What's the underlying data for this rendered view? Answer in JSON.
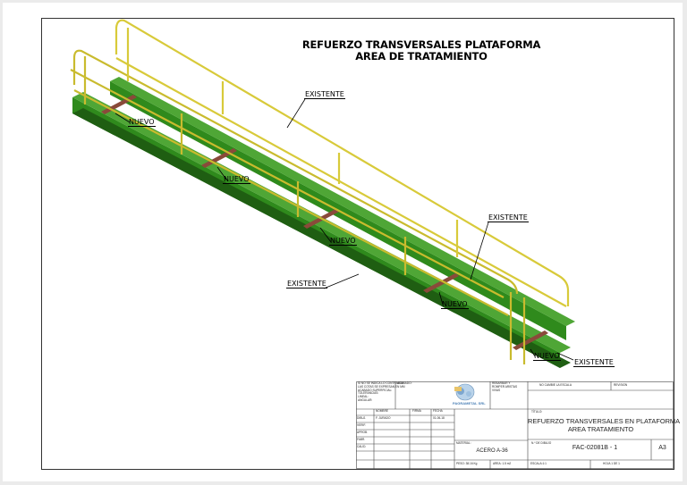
{
  "title": {
    "line1": "REFUERZO TRANSVERSALES PLATAFORMA",
    "line2": "AREA DE TRATAMIENTO"
  },
  "callouts": {
    "existente_top": "EXISTENTE",
    "existente_right": "EXISTENTE",
    "existente_left": "EXISTENTE",
    "existente_bottom": "EXISTENTE",
    "nuevo_1": "NUEVO",
    "nuevo_2": "NUEVO",
    "nuevo_3": "NUEVO",
    "nuevo_4": "NUEVO",
    "nuevo_5": "NUEVO"
  },
  "colors": {
    "railing": "#e6d84a",
    "beam": "#2f8a1c",
    "new_member": "#8a4a3a"
  },
  "title_block": {
    "notes": [
      "SI NO SE INDICA LO CONTRARIO:",
      "LAS COTAS SE EXPRESAN EN MM",
      "ACABADO SUPERFICIAL:",
      "TOLERANCIAS:",
      "LINEAL:",
      "ANGULAR:"
    ],
    "acabado": "ACABADO:",
    "rebarbar": [
      "REBARBAR Y",
      "ROMPER ARISTAS",
      "VIVAS"
    ],
    "no_cambie": "NO CAMBIE LA ESCALA",
    "revision": "REVISION",
    "headers": [
      "NOMBRE",
      "FIRMA",
      "FECHA"
    ],
    "rows": [
      "DIBUJ.",
      "VERIF.",
      "APROB.",
      "FABR.",
      "CALID."
    ],
    "dibuj_name": "F. JURADO",
    "dibuj_date": "01-06-18",
    "company": "PAGRAMETAL SRL",
    "titulo_label": "TÍTULO:",
    "titulo_line1": "REFUERZO TRANSVERSALES EN PLATAFORMA",
    "titulo_line2": "AREA TRATAMIENTO",
    "material_label": "MATERIAL:",
    "material": "ACERO A-36",
    "n_dibujo_label": "N.º DE DIBUJO",
    "n_dibujo": "FAC-02081B - 1",
    "size": "A3",
    "peso": "PESO: 38.16 Kg",
    "area": "AREA: 1.5 m2",
    "escala": "ESCALA:1:1",
    "hoja": "HOJA 1 DE 1"
  }
}
